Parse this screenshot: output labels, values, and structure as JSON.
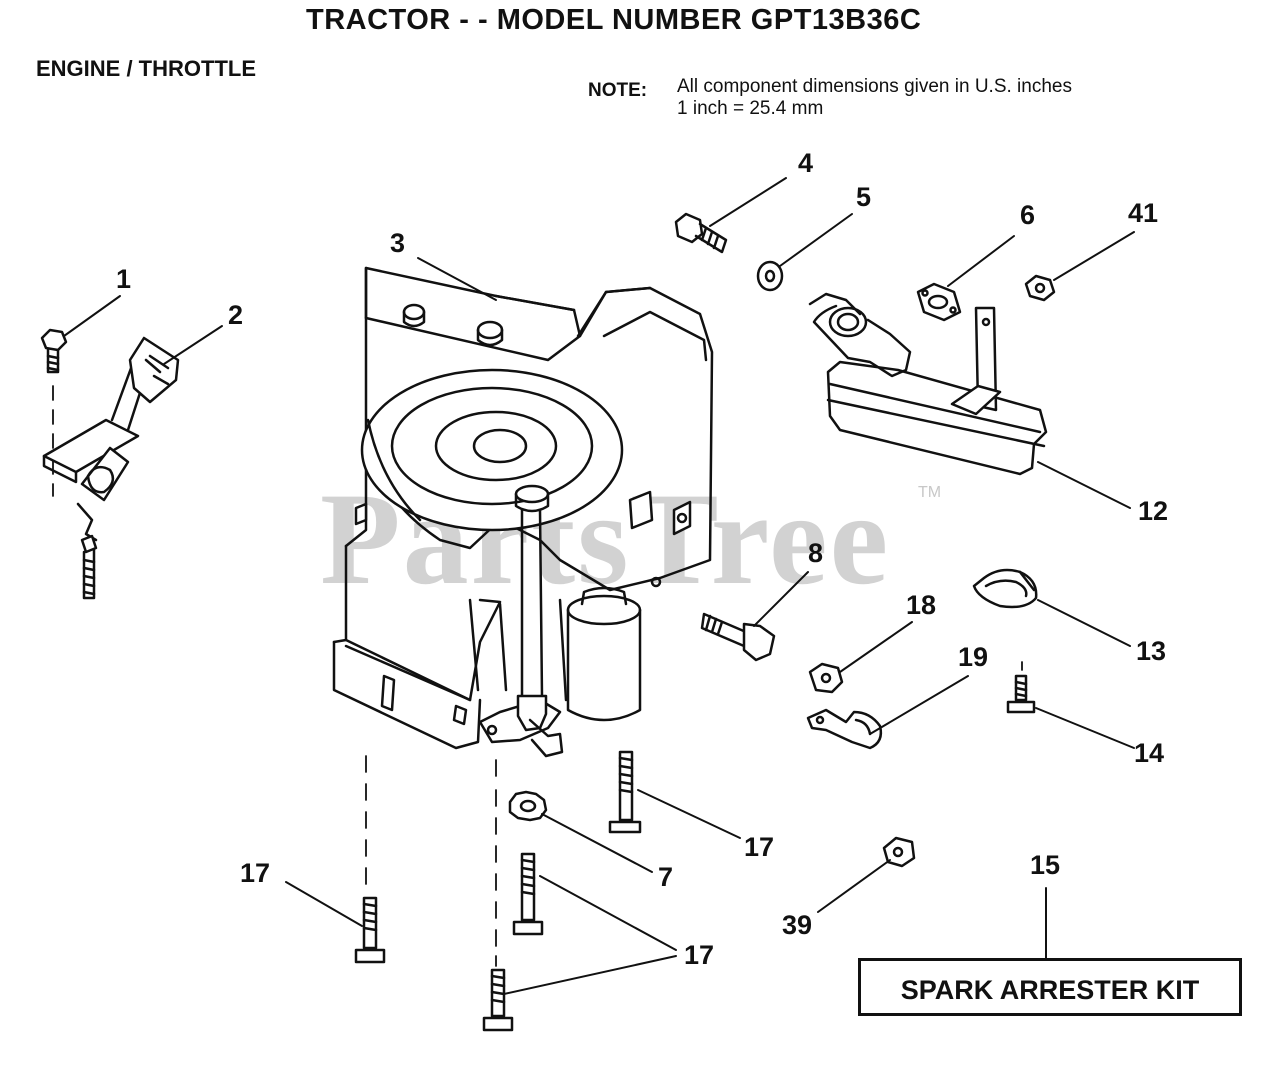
{
  "header": {
    "title": "TRACTOR  - - MODEL NUMBER GPT13B36C",
    "section": "ENGINE / THROTTLE",
    "note_label": "NOTE:",
    "note_text": "All component dimensions given in U.S. inches\n1 inch = 25.4 mm"
  },
  "watermark": {
    "text": "PartsTree",
    "tm": "TM"
  },
  "callouts": {
    "c1": "1",
    "c2": "2",
    "c3": "3",
    "c4": "4",
    "c5": "5",
    "c6": "6",
    "c41": "41",
    "c12": "12",
    "c8": "8",
    "c18": "18",
    "c19": "19",
    "c13": "13",
    "c14": "14",
    "c17a": "17",
    "c7": "7",
    "c17b": "17",
    "c17c": "17",
    "c39": "39",
    "c15": "15"
  },
  "kit": {
    "label": "SPARK ARRESTER KIT"
  }
}
